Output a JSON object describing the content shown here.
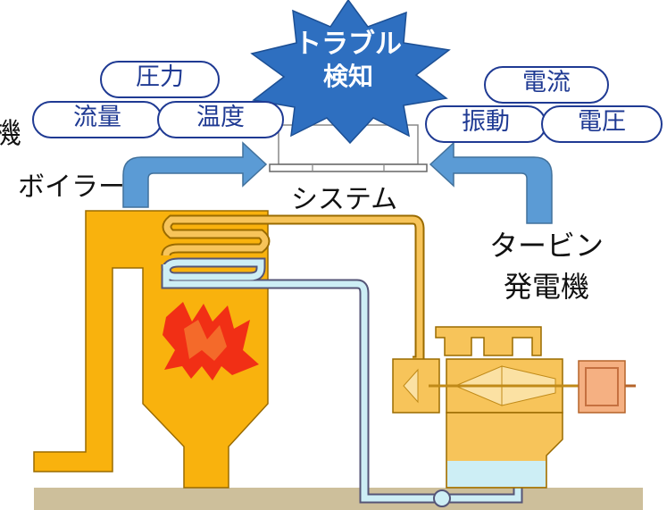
{
  "edge_label": "機",
  "alert": {
    "line1": "トラブル",
    "line2": "検知"
  },
  "left_sensors": [
    "圧力",
    "流量",
    "温度"
  ],
  "right_sensors": [
    "電流",
    "振動",
    "電圧"
  ],
  "boiler_label": "ボイラー",
  "system_label": "システム",
  "turbine_label": {
    "line1": "タービン",
    "line2": "発電機"
  },
  "colors": {
    "boiler": "#f9b20d",
    "steam_pipe": "#f7c45a",
    "water_pipe": "#cdeef5",
    "arrow": "#5b9bd5",
    "pill_border": "#1f3a93",
    "burst": "#2e6fc0",
    "ground": "#cdbf9b",
    "flame": "#f01818"
  }
}
